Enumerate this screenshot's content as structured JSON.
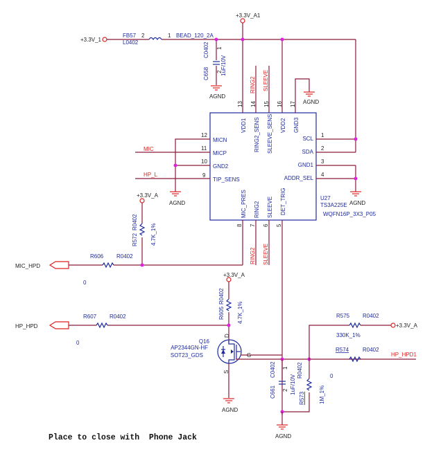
{
  "power_labels": {
    "v33_1": "+3.3V_1",
    "v33_a1": "+3.3V_A1",
    "v33_a_r572": "+3.3V_A",
    "v33_a_r605": "+3.3V_A",
    "v33_a_r575": "+3.3V_A"
  },
  "ground_label": "AGND",
  "fb57": {
    "ref": "FB57",
    "footprint": "L0402",
    "pin2": "2",
    "pin1": "1",
    "value": "BEAD_120_2A"
  },
  "c658": {
    "ref": "C658",
    "footprint": "C0402",
    "value": "1uF/10V",
    "pin1": "1",
    "pin2": "2"
  },
  "c661": {
    "ref": "C661",
    "footprint": "C0402",
    "value": "1uF/10V",
    "pin1": "1",
    "pin2": "2"
  },
  "u27": {
    "ref": "U27",
    "part": "TS3A225E",
    "package": "WQFN16P_3X3_P05",
    "top_pins": [
      {
        "num": "13",
        "name": "VDD1"
      },
      {
        "num": "14",
        "name": "RING2_SENS"
      },
      {
        "num": "15",
        "name": "SLEEVE_SENS"
      },
      {
        "num": "16",
        "name": "VDD2"
      },
      {
        "num": "17",
        "name": "GND3"
      }
    ],
    "left_pins": [
      {
        "num": "12",
        "name": "MICN"
      },
      {
        "num": "11",
        "name": "MICP"
      },
      {
        "num": "10",
        "name": "GND2"
      },
      {
        "num": "9",
        "name": "TIP_SENS"
      }
    ],
    "right_pins": [
      {
        "num": "1",
        "name": "SCL"
      },
      {
        "num": "2",
        "name": "SDA"
      },
      {
        "num": "3",
        "name": "GND1"
      },
      {
        "num": "4",
        "name": "ADDR_SEL"
      }
    ],
    "bottom_pins": [
      {
        "num": "8",
        "name": "MIC_PRES"
      },
      {
        "num": "7",
        "name": "RING2"
      },
      {
        "num": "6",
        "name": "SLEEVE"
      },
      {
        "num": "5",
        "name": "DET_TRIG"
      }
    ]
  },
  "nets": {
    "ring2_top": "RING2",
    "sleeve_top": "SLEEVE",
    "mic": "MIC",
    "hp_l": "HP_L",
    "ring2_bottom": "RING2",
    "sleeve_bottom": "SLEEVE",
    "hp_hpd1": "HP_HPD1"
  },
  "ports": {
    "mic_hpd": "MIC_HPD",
    "hp_hpd": "HP_HPD"
  },
  "r572": {
    "ref": "R572",
    "footprint": "R0402",
    "value": "4.7K_1%"
  },
  "r606": {
    "ref": "R606",
    "footprint": "R0402",
    "value": "0"
  },
  "r607": {
    "ref": "R607",
    "footprint": "R0402",
    "value": "0"
  },
  "r605": {
    "ref": "R605",
    "footprint": "R0402",
    "value": "4.7K_1%"
  },
  "r575": {
    "ref": "R575",
    "footprint": "R0402",
    "value": "330K_1%"
  },
  "r574": {
    "ref": "R574",
    "footprint": "R0402",
    "value": "0"
  },
  "r573": {
    "ref": "R573",
    "footprint": "R0402",
    "value": "1M_1%"
  },
  "q16": {
    "ref": "Q16",
    "part": "AP2344GN-HF",
    "package": "SOT23_GDS",
    "d": "D",
    "g": "G",
    "s": "S"
  },
  "note": "Place to close with  Phone Jack"
}
